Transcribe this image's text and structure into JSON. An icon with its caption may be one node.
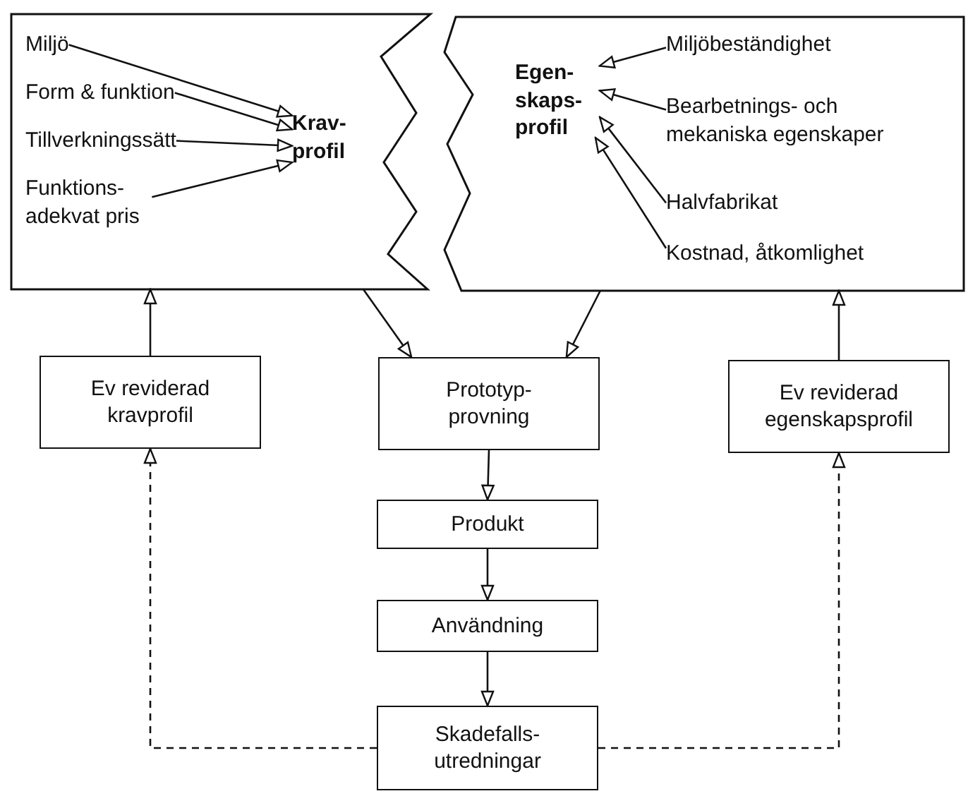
{
  "diagram": {
    "nodes": [
      {
        "text": [],
        "shape": "box"
      },
      {
        "text": [
          "Miljö"
        ],
        "in": 0
      },
      {
        "text": [
          "Form & funktion"
        ],
        "in": 0
      },
      {
        "text": [
          "Tillverkningssätt"
        ],
        "in": 0
      },
      {
        "text": [
          "Funktions-adekvat pris"
        ],
        "in": 0
      },
      {
        "text": [
          "Krav-profil"
        ],
        "in": 0
      },
      {
        "text": [],
        "shape": "box"
      },
      {
        "text": [
          "Egen-skaps-profil"
        ],
        "in": 6
      },
      {
        "text": [
          "Miljöbeständighet"
        ],
        "in": 6
      },
      {
        "text": [
          "Bearbetnings- och mekaniska egenskaper"
        ],
        "in": 6
      },
      {
        "text": [
          "Halvfabrikat"
        ],
        "in": 6
      },
      {
        "text": [
          "Kostnad, åtkomlighet"
        ],
        "in": 6
      },
      {
        "text": [
          "Ev reviderad kravprofil"
        ]
      },
      {
        "text": [
          "Prototyp-provning"
        ]
      },
      {
        "text": [
          "Ev reviderad egenskapsprofil"
        ]
      },
      {
        "text": [
          "Produkt"
        ]
      },
      {
        "text": [
          "Användning"
        ]
      },
      {
        "text": [
          "Skadefalls-utredningar"
        ]
      }
    ],
    "edges": [
      {
        "from": 1,
        "to": 5,
        "arrow": "to"
      },
      {
        "from": 2,
        "to": 5,
        "arrow": "to"
      },
      {
        "from": 3,
        "to": 5,
        "arrow": "to"
      },
      {
        "from": 4,
        "to": 5,
        "arrow": "to"
      },
      {
        "from": 8,
        "to": 7,
        "arrow": "to"
      },
      {
        "from": 9,
        "to": 7,
        "arrow": "to"
      },
      {
        "from": 10,
        "to": 7,
        "arrow": "to"
      },
      {
        "from": 11,
        "to": 7,
        "arrow": "to"
      },
      {
        "from": 12,
        "to": 0,
        "arrow": "to"
      },
      {
        "from": 0,
        "to": 13,
        "arrow": "to"
      },
      {
        "from": 6,
        "to": 13,
        "arrow": "to"
      },
      {
        "from": 14,
        "to": 6,
        "arrow": "to"
      },
      {
        "from": 13,
        "to": 15,
        "arrow": "to"
      },
      {
        "from": 15,
        "to": 16,
        "arrow": "to"
      },
      {
        "from": 16,
        "to": 17,
        "arrow": "to"
      },
      {
        "from": 17,
        "to": 12,
        "arrow": "to",
        "style": "dashed"
      },
      {
        "from": 17,
        "to": 14,
        "arrow": "to",
        "style": "dashed"
      }
    ]
  }
}
